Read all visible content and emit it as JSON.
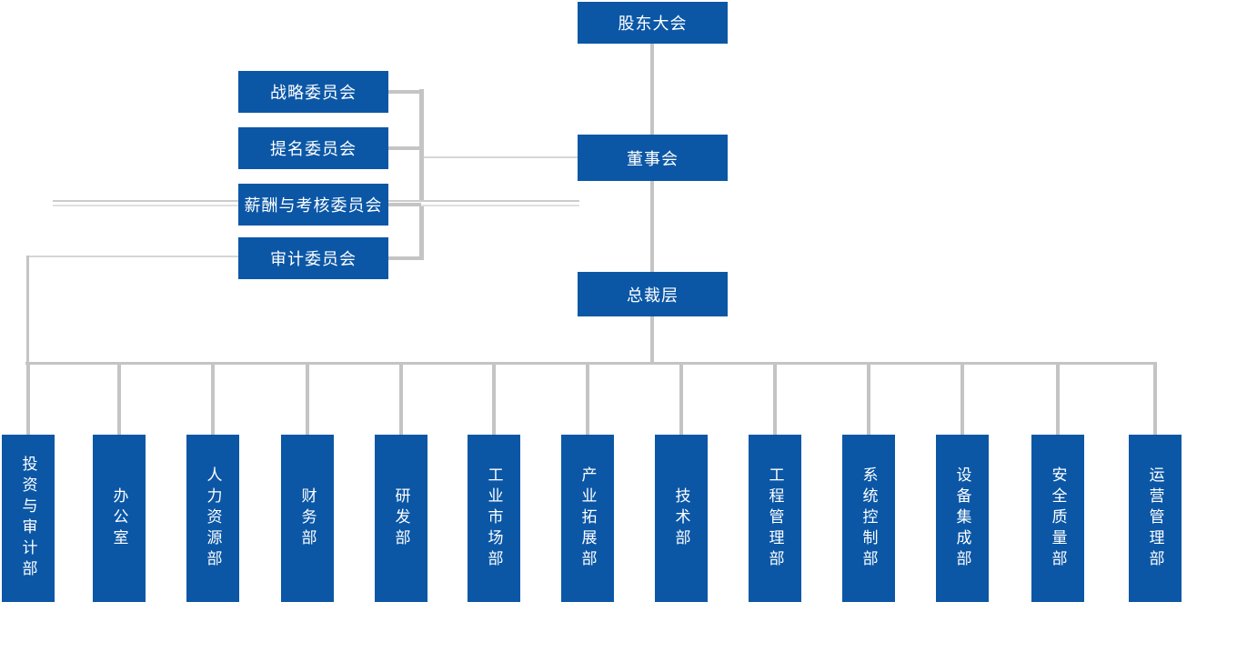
{
  "org_chart": {
    "top_box": {
      "label": "股东大会"
    },
    "board_box": {
      "label": "董事会"
    },
    "president_box": {
      "label": "总裁层"
    },
    "committees": [
      {
        "label": "战略委员会"
      },
      {
        "label": "提名委员会"
      },
      {
        "label": "薪酬与考核委员会"
      },
      {
        "label": "审计委员会"
      }
    ],
    "departments": [
      {
        "label": "投资与审计部"
      },
      {
        "label": "办公室"
      },
      {
        "label": "人力资源部"
      },
      {
        "label": "财务部"
      },
      {
        "label": "研发部"
      },
      {
        "label": "工业市场部"
      },
      {
        "label": "产业拓展部"
      },
      {
        "label": "技术部"
      },
      {
        "label": "工程管理部"
      },
      {
        "label": "系统控制部"
      },
      {
        "label": "设备集成部"
      },
      {
        "label": "安全质量部"
      },
      {
        "label": "运营管理部"
      }
    ],
    "colors": {
      "box_blue": "#0b57a6",
      "text_white": "#ffffff",
      "connector_gray": "#c4c4c4",
      "connector_light": "#d6d6d6"
    }
  }
}
